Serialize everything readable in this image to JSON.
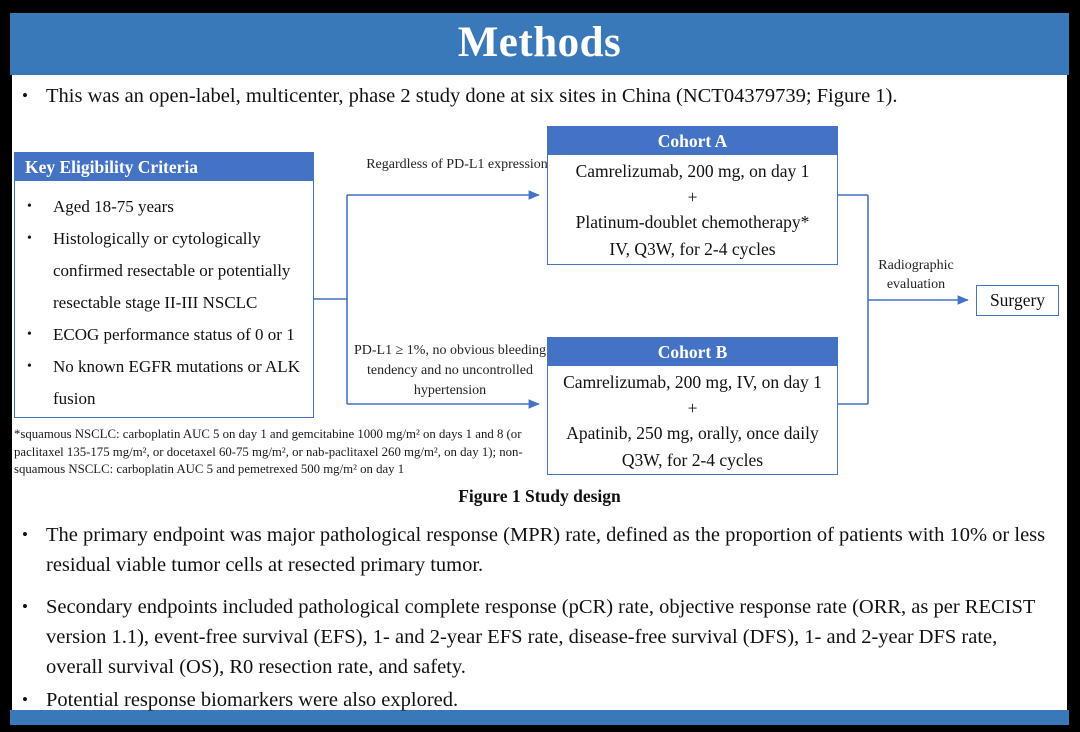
{
  "slide_title": "Methods",
  "glyphs": {
    "bullet": "•"
  },
  "colors": {
    "title_bar_blue": "#3a79b9",
    "accent_blue": "#4472c4",
    "text_black": "#111111",
    "background_white": "#ffffff",
    "frame_black": "#000000"
  },
  "intro_bullet": "This was an open-label, multicenter, phase 2 study done at six sites in China (NCT04379739; Figure 1).",
  "figure": {
    "eligibility": {
      "header": "Key Eligibility Criteria",
      "items": [
        "Aged 18-75 years",
        "Histologically or cytologically confirmed resectable or potentially resectable stage II-III NSCLC",
        "ECOG performance status of 0 or 1",
        "No known EGFR mutations or ALK fusion"
      ]
    },
    "branch_top_label": "Regardless of PD-L1 expression",
    "branch_bottom_label": "PD-L1 ≥ 1%, no obvious bleeding tendency and no uncontrolled hypertension",
    "cohort_a": {
      "header": "Cohort A",
      "lines": [
        "Camrelizumab, 200 mg, on day 1",
        "+",
        "Platinum-doublet chemotherapy*",
        "IV, Q3W, for 2-4 cycles"
      ]
    },
    "cohort_b": {
      "header": "Cohort B",
      "lines": [
        "Camrelizumab, 200 mg, IV, on day 1",
        "+",
        "Apatinib, 250 mg, orally, once daily",
        "Q3W, for 2-4 cycles"
      ]
    },
    "radiographic_label": "Radiographic evaluation",
    "surgery_label": "Surgery",
    "footnote": "*squamous NSCLC: carboplatin AUC 5 on day 1 and gemcitabine 1000 mg/m² on days 1 and 8 (or paclitaxel 135-175 mg/m², or docetaxel 60-75 mg/m², or nab-paclitaxel 260 mg/m², on day 1); non-squamous NSCLC: carboplatin AUC 5 and pemetrexed 500 mg/m² on day 1",
    "caption": "Figure 1 Study design"
  },
  "bullets": [
    "The primary endpoint was major pathological response (MPR) rate, defined as the proportion of patients with 10% or less residual viable tumor cells at resected primary tumor.",
    "Secondary endpoints included pathological complete response (pCR) rate, objective response rate (ORR, as per RECIST version 1.1), event-free survival (EFS), 1- and 2-year EFS rate, disease-free survival (DFS), 1- and 2-year DFS rate, overall survival (OS), R0 resection rate, and safety.",
    "Potential response biomarkers were also explored."
  ]
}
